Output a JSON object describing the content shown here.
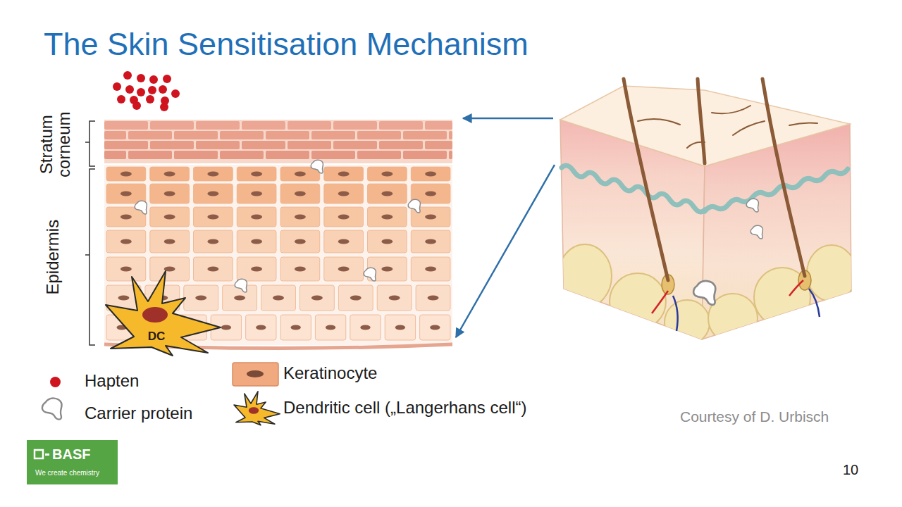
{
  "diagram": {
    "title": "The Skin Sensitisation Mechanism",
    "nodes": [
      {
        "text": [
          "DC"
        ]
      },
      {
        "text": [
          "BASF",
          "We create chemistry"
        ]
      }
    ],
    "labels": [
      "Stratum corneum",
      "Epidermis",
      "Courtesy of D. Urbisch",
      "10"
    ],
    "legend": [
      {
        "text": "Hapten",
        "color": "#d0141f"
      },
      {
        "text": "Carrier protein"
      },
      {
        "text": "Keratinocyte"
      },
      {
        "text": "Dendritic cell („Langerhans cell“)"
      }
    ]
  }
}
